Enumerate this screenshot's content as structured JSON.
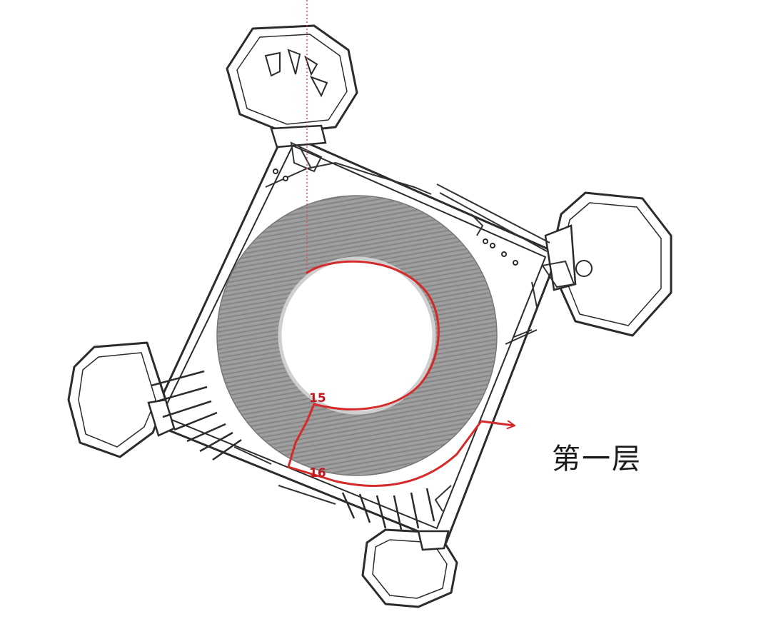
{
  "floor_label": "第一层",
  "markers": [
    {
      "id": "15",
      "label": "15"
    },
    {
      "id": "16",
      "label": "16"
    }
  ],
  "colors": {
    "wall": "#2b2b2b",
    "seating": "#8f8f8f",
    "route": "#d42a2a",
    "axis": "#e05050",
    "label_red": "#c0151a"
  }
}
